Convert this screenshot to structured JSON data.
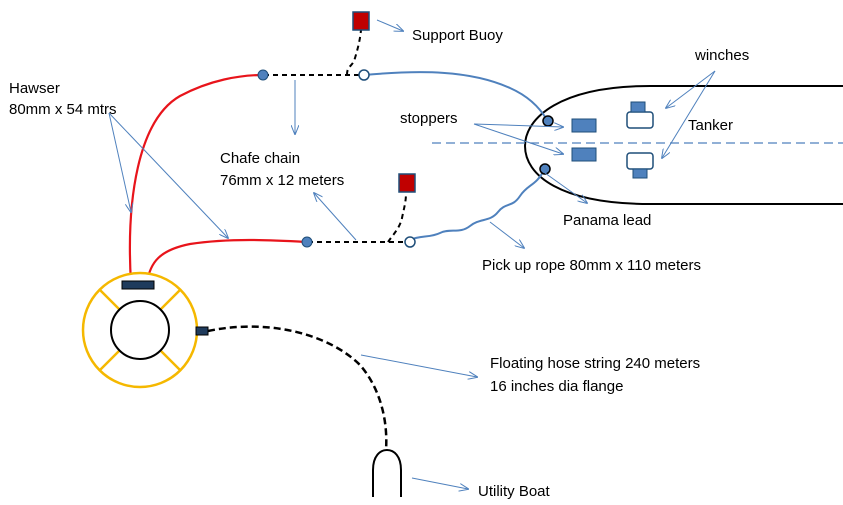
{
  "labels": {
    "support_buoy": "Support Buoy",
    "hawser_line1": "Hawser",
    "hawser_line2": "80mm x 54 mtrs",
    "winches": "winches",
    "stoppers": "stoppers",
    "tanker": "Tanker",
    "chafe_chain_line1": "Chafe chain",
    "chafe_chain_line2": "76mm x 12 meters",
    "panama_lead": "Panama lead",
    "pick_up_rope": "Pick up rope 80mm x 110 meters",
    "floating_hose_line1": "Floating hose string 240 meters",
    "floating_hose_line2": "16 inches  dia flange",
    "utility_boat": "Utility Boat"
  },
  "colors": {
    "hawser": "#e8141b",
    "pick_up_rope": "#4f81bd",
    "chain": "#000000",
    "buoy_fill": "#c00000",
    "buoy_ring": "#f5b800",
    "fitting_fill": "#4f81bd",
    "arrow": "#4f81bd"
  }
}
